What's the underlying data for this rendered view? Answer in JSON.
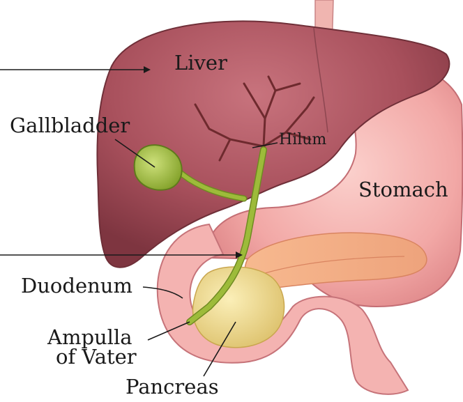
{
  "labels": {
    "liver": "Liver",
    "gallbladder": "Gallbladder",
    "hilum": "Hilum",
    "stomach": "Stomach",
    "duodenum": "Duodenum",
    "ampulla_line1": "Ampulla",
    "ampulla_line2": "of Vater",
    "pancreas": "Pancreas"
  },
  "colors": {
    "liver": "#a8505c",
    "stomach": "#f2a8a6",
    "gallbladder": "#9dbb3a",
    "pancreas": "#f3de92",
    "vessels": "#7a2a30"
  }
}
